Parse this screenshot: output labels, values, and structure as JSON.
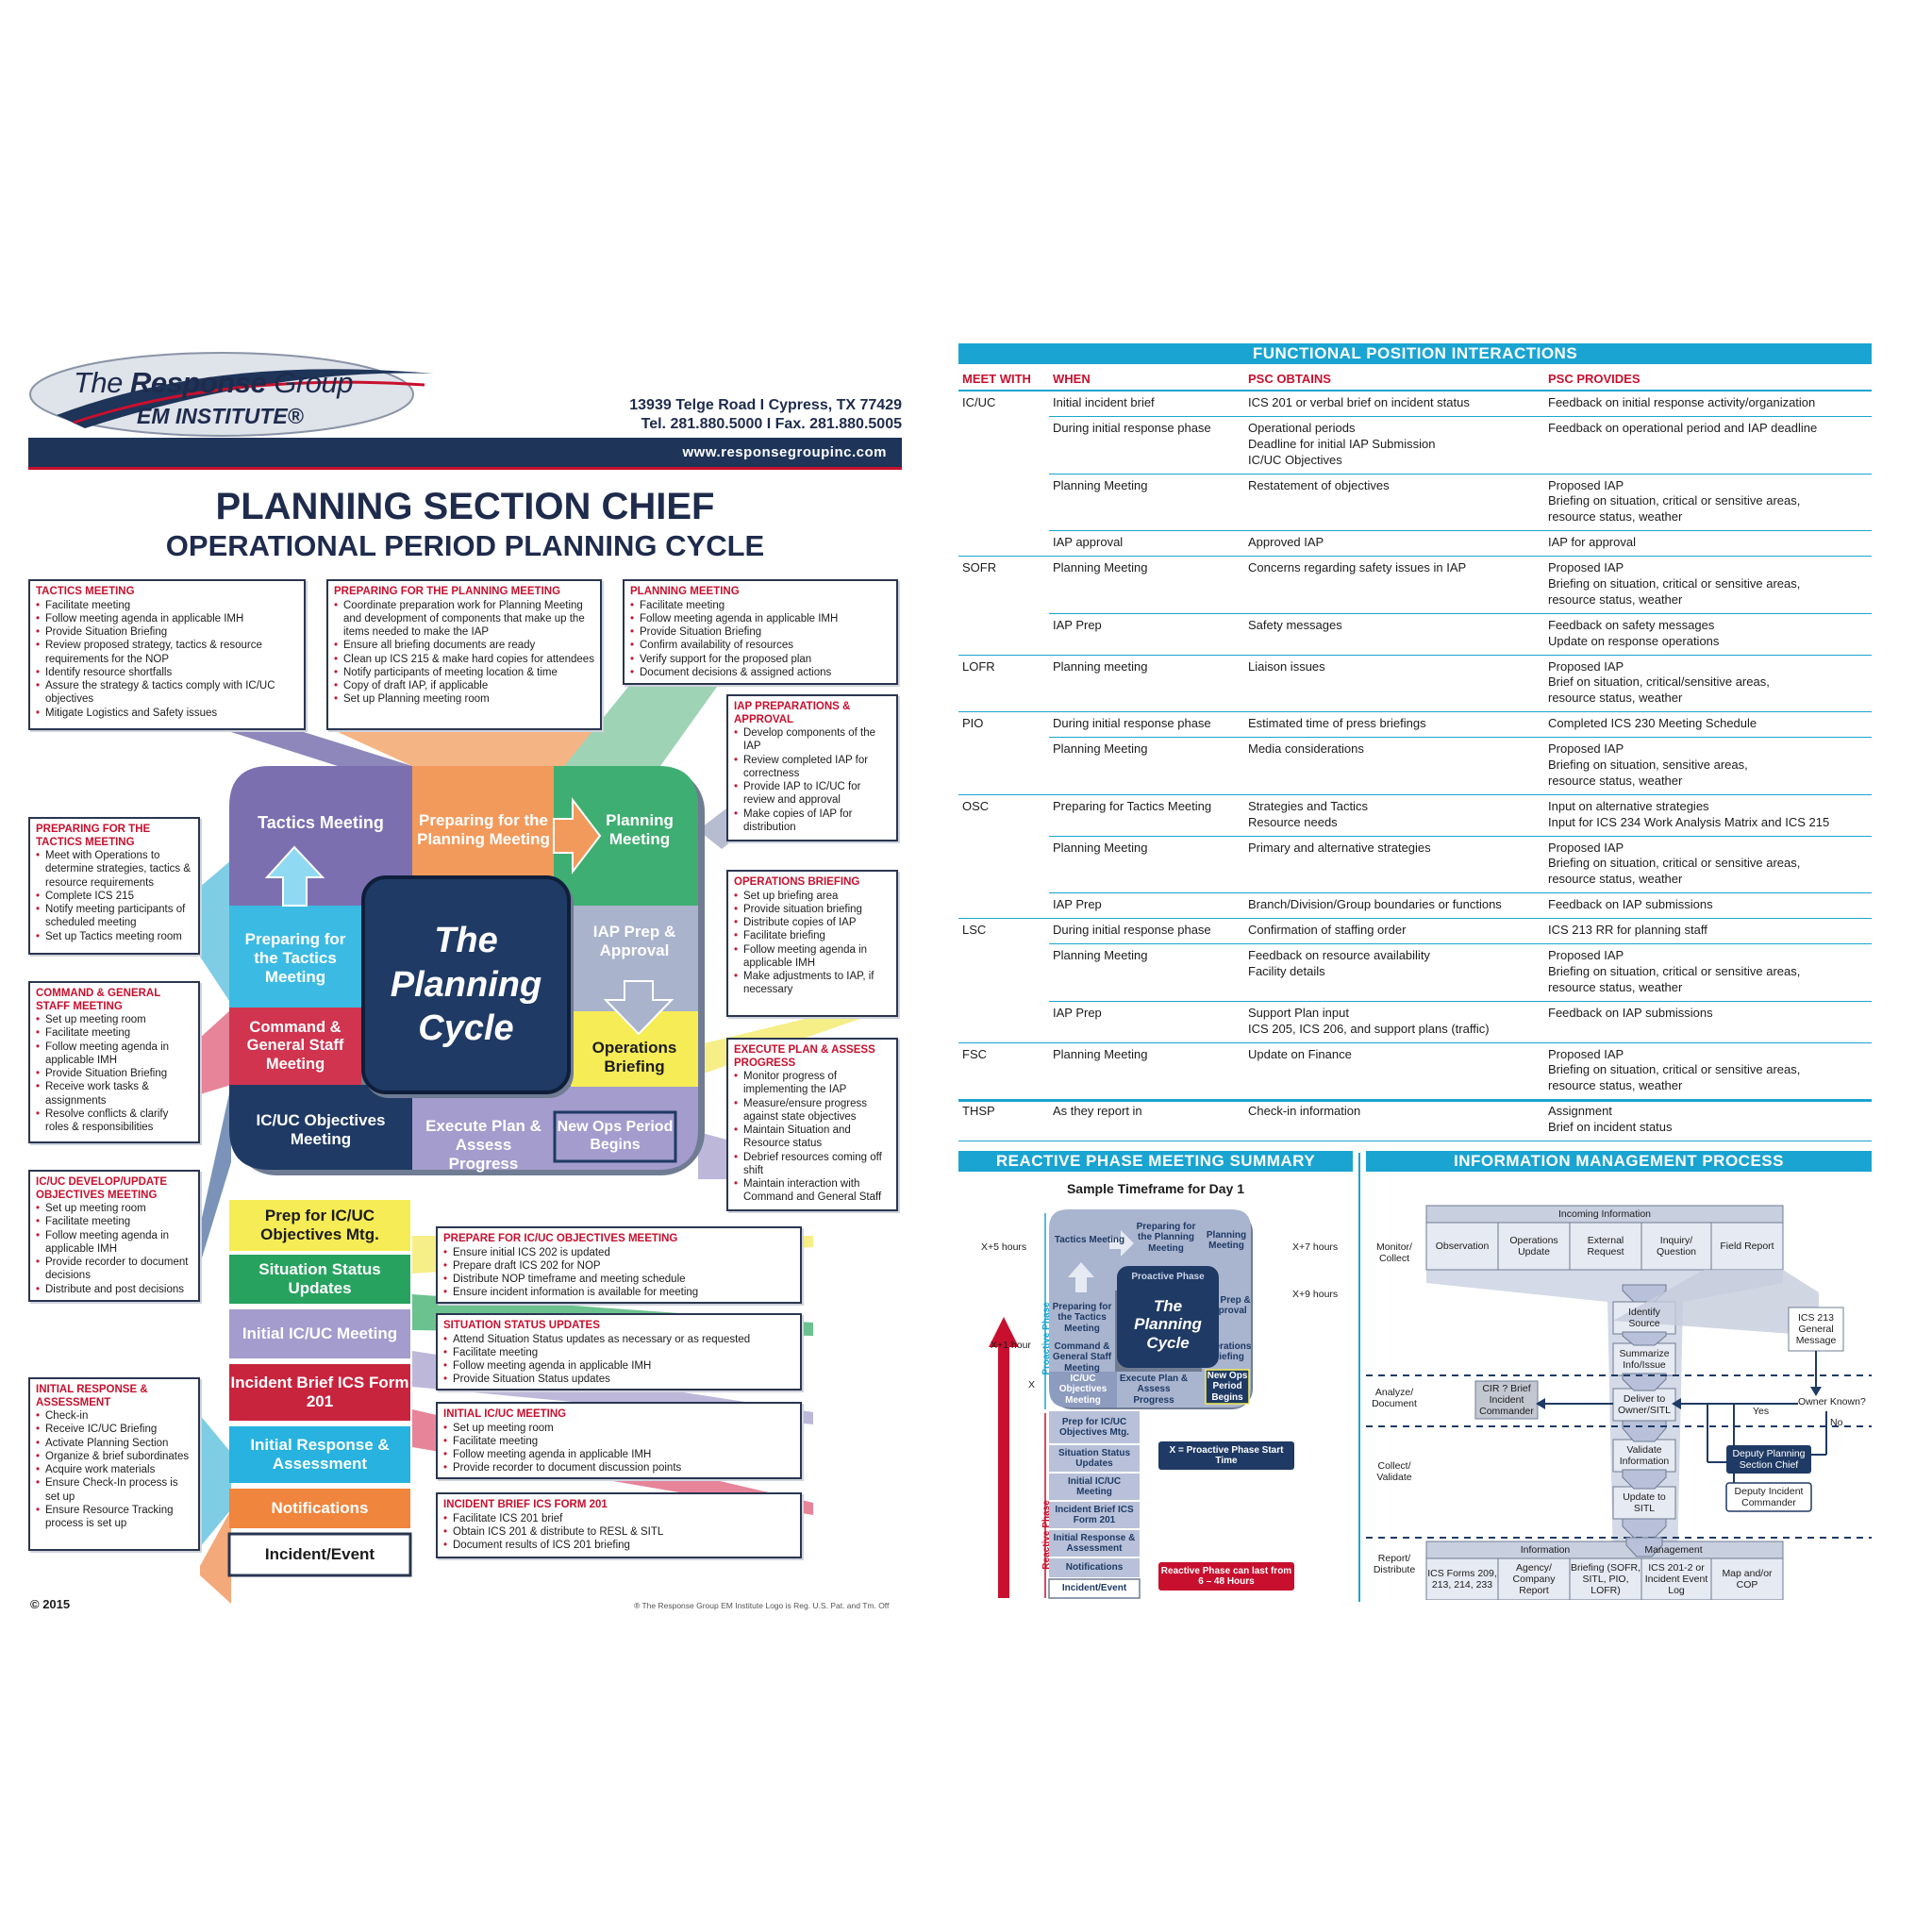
{
  "header": {
    "logo_line1_light": "The",
    "logo_line1_bold": "Response",
    "logo_line1_tail": "Group",
    "logo_line2": "EM INSTITUTE®",
    "address": "13939 Telge Road I Cypress, TX 77429",
    "phone": "Tel. 281.880.5000 I Fax. 281.880.5005",
    "website": "www.responsegroupinc.com"
  },
  "titles": {
    "main": "PLANNING SECTION CHIEF",
    "sub": "OPERATIONAL PERIOD PLANNING CYCLE"
  },
  "callouts": {
    "tactics_meeting": {
      "title": "TACTICS MEETING",
      "items": [
        "Facilitate meeting",
        "Follow meeting agenda in applicable IMH",
        "Provide Situation Briefing",
        "Review proposed strategy, tactics & resource requirements for the NOP",
        "Identify resource shortfalls",
        "Assure the strategy & tactics comply with IC/UC objectives",
        "Mitigate Logistics and Safety issues"
      ]
    },
    "preparing_planning": {
      "title": "PREPARING FOR THE PLANNING MEETING",
      "items": [
        "Coordinate preparation work for Planning Meeting and development of components that make up the items needed to make the IAP",
        "Ensure all briefing documents are ready",
        "Clean up ICS 215 & make hard copies for attendees",
        "Notify participants of meeting location & time",
        "Copy of draft IAP, if applicable",
        "Set up Planning meeting room"
      ]
    },
    "planning_meeting": {
      "title": "PLANNING MEETING",
      "items": [
        "Facilitate meeting",
        "Follow meeting agenda in applicable IMH",
        "Provide Situation Briefing",
        "Confirm availability of resources",
        "Verify support for the proposed plan",
        "Document decisions & assigned actions"
      ]
    },
    "iap_prep": {
      "title": "IAP PREPARATIONS & APPROVAL",
      "items": [
        "Develop components of the IAP",
        "Review completed IAP for correctness",
        "Provide IAP to IC/UC for review and approval",
        "Make copies of IAP for distribution"
      ]
    },
    "ops_briefing": {
      "title": "OPERATIONS BRIEFING",
      "items": [
        "Set up briefing area",
        "Provide situation briefing",
        "Distribute copies of IAP",
        "Facilitate briefing",
        "Follow meeting agenda in applicable IMH",
        "Make adjustments to IAP, if necessary"
      ]
    },
    "execute_plan": {
      "title": "EXECUTE PLAN & ASSESS PROGRESS",
      "items": [
        "Monitor progress of implementing the IAP",
        "Measure/ensure progress against state objectives",
        "Maintain Situation and Resource status",
        "Debrief resources coming off shift",
        "Maintain interaction with Command and General Staff"
      ]
    },
    "preparing_tactics": {
      "title": "PREPARING FOR THE TACTICS MEETING",
      "items": [
        "Meet with Operations to determine strategies, tactics & resource requirements",
        "Complete ICS 215",
        "Notify meeting participants of scheduled meeting",
        "Set up Tactics meeting room"
      ]
    },
    "command_general": {
      "title": "COMMAND & GENERAL STAFF MEETING",
      "items": [
        "Set up meeting room",
        "Facilitate meeting",
        "Follow meeting agenda in applicable IMH",
        "Provide Situation Briefing",
        "Receive work tasks & assignments",
        "Resolve conflicts & clarify roles & responsibilities"
      ]
    },
    "icuc_develop": {
      "title": "IC/UC DEVELOP/UPDATE OBJECTIVES MEETING",
      "items": [
        "Set up meeting room",
        "Facilitate meeting",
        "Follow meeting agenda in applicable IMH",
        "Provide recorder to document decisions",
        "Distribute and post decisions"
      ]
    },
    "initial_response": {
      "title": "INITIAL RESPONSE & ASSESSMENT",
      "items": [
        "Check-in",
        "Receive IC/UC Briefing",
        "Activate Planning Section",
        "Organize & brief subordinates",
        "Acquire work materials",
        "Ensure Check-In process is set up",
        "Ensure Resource Tracking process is set up"
      ]
    },
    "prepare_icuc": {
      "title": "PREPARE FOR IC/UC OBJECTIVES MEETING",
      "items": [
        "Ensure initial ICS 202 is updated",
        "Prepare draft ICS 202 for NOP",
        "Distribute NOP timeframe and meeting schedule",
        "Ensure incident information is available for meeting"
      ]
    },
    "situation_updates": {
      "title": "SITUATION STATUS UPDATES",
      "items": [
        "Attend Situation Status updates as necessary or as requested",
        "Facilitate meeting",
        "Follow meeting agenda in applicable IMH",
        "Provide Situation Status updates"
      ]
    },
    "initial_icuc_meeting": {
      "title": "INITIAL IC/UC MEETING",
      "items": [
        "Set up meeting room",
        "Facilitate meeting",
        "Follow meeting agenda in applicable IMH",
        "Provide recorder to document discussion points"
      ]
    },
    "incident_brief": {
      "title": "INCIDENT BRIEF ICS FORM 201",
      "items": [
        "Facilitate ICS 201 brief",
        "Obtain ICS 201 & distribute to RESL & SITL",
        "Document results of ICS 201 briefing"
      ]
    }
  },
  "cycle": {
    "center_l1": "The",
    "center_l2": "Planning",
    "center_l3": "Cycle",
    "tactics": "Tactics Meeting",
    "prep_planning": "Preparing for the Planning Meeting",
    "planning": "Planning Meeting",
    "prep_tactics": "Preparing for the Tactics Meeting",
    "iap": "IAP Prep & Approval",
    "cmd_staff": "Command & General Staff Meeting",
    "ops_brief": "Operations Briefing",
    "icuc_obj": "IC/UC Objectives Meeting",
    "execute": "Execute Plan & Assess Progress",
    "new_ops": "New Ops Period Begins"
  },
  "ladder": [
    "Prep for IC/UC Objectives Mtg.",
    "Situation Status Updates",
    "Initial IC/UC Meeting",
    "Incident Brief ICS Form 201",
    "Initial Response & Assessment",
    "Notifications",
    "Incident/Event"
  ],
  "footer": {
    "copyright": "© 2015",
    "registered": "® The Response Group EM Institute Logo is Reg. U.S. Pat. and Tm. Off"
  },
  "fpi": {
    "title": "FUNCTIONAL POSITION INTERACTIONS",
    "headers": [
      "MEET WITH",
      "WHEN",
      "PSC OBTAINS",
      "PSC PROVIDES"
    ],
    "rows": [
      {
        "meet": "IC/UC",
        "when": "Initial incident brief",
        "obtains": [
          "ICS 201 or verbal brief on incident status"
        ],
        "provides": [
          "Feedback on initial response activity/organization"
        ]
      },
      {
        "meet": "",
        "when": "During initial response phase",
        "obtains": [
          "Operational periods",
          "Deadline for initial IAP Submission",
          "IC/UC Objectives"
        ],
        "provides": [
          "Feedback on operational period and IAP deadline"
        ]
      },
      {
        "meet": "",
        "when": "Planning Meeting",
        "obtains": [
          "Restatement of objectives"
        ],
        "provides": [
          "Proposed IAP",
          "Briefing on situation, critical or sensitive areas,",
          "resource status, weather"
        ]
      },
      {
        "meet": "",
        "when": "IAP approval",
        "obtains": [
          "Approved IAP"
        ],
        "provides": [
          "IAP for approval"
        ]
      },
      {
        "meet": "SOFR",
        "when": "Planning Meeting",
        "obtains": [
          "Concerns regarding safety issues in IAP"
        ],
        "provides": [
          "Proposed IAP",
          "Briefing on situation, critical or sensitive areas,",
          "resource status, weather"
        ]
      },
      {
        "meet": "",
        "when": "IAP Prep",
        "obtains": [
          "Safety messages"
        ],
        "provides": [
          "Feedback on safety messages",
          "Update on response operations"
        ]
      },
      {
        "meet": "LOFR",
        "when": "Planning meeting",
        "obtains": [
          "Liaison issues"
        ],
        "provides": [
          "Proposed IAP",
          "Brief on situation, critical/sensitive areas,",
          "resource status, weather"
        ]
      },
      {
        "meet": "PIO",
        "when": "During initial response phase",
        "obtains": [
          "Estimated time of press briefings"
        ],
        "provides": [
          "Completed ICS 230 Meeting Schedule"
        ]
      },
      {
        "meet": "",
        "when": "Planning Meeting",
        "obtains": [
          "Media considerations"
        ],
        "provides": [
          "Proposed IAP",
          "Briefing on situation, sensitive areas,",
          "resource status, weather"
        ]
      },
      {
        "meet": "OSC",
        "when": "Preparing for Tactics Meeting",
        "obtains": [
          "Strategies and Tactics",
          "Resource needs"
        ],
        "provides": [
          "Input on alternative strategies",
          "Input for ICS 234 Work Analysis Matrix and ICS 215"
        ]
      },
      {
        "meet": "",
        "when": "Planning Meeting",
        "obtains": [
          "Primary and alternative strategies"
        ],
        "provides": [
          "Proposed IAP",
          "Briefing on situation, critical or sensitive areas,",
          "resource status, weather"
        ]
      },
      {
        "meet": "",
        "when": "IAP Prep",
        "obtains": [
          "Branch/Division/Group boundaries or functions"
        ],
        "provides": [
          "Feedback on IAP submissions"
        ]
      },
      {
        "meet": "LSC",
        "when": "During initial response phase",
        "obtains": [
          "Confirmation of staffing order"
        ],
        "provides": [
          "ICS 213 RR for planning staff"
        ]
      },
      {
        "meet": "",
        "when": "Planning Meeting",
        "obtains": [
          "Feedback on resource availability",
          "Facility details"
        ],
        "provides": [
          "Proposed IAP",
          "Briefing on situation, critical or sensitive areas,",
          "resource status, weather"
        ]
      },
      {
        "meet": "",
        "when": "IAP Prep",
        "obtains": [
          "Support Plan input",
          "ICS 205, ICS 206, and support plans (traffic)"
        ],
        "provides": [
          "Feedback on IAP submissions"
        ]
      },
      {
        "meet": "FSC",
        "when": "Planning Meeting",
        "obtains": [
          "Update on Finance"
        ],
        "provides": [
          "Proposed IAP",
          "Briefing on situation, critical or sensitive areas,",
          "resource status, weather"
        ]
      },
      {
        "meet": "THSP",
        "when": "As they report in",
        "obtains": [
          "Check-in information"
        ],
        "provides": [
          "Assignment",
          "Brief on incident status"
        ]
      }
    ]
  },
  "reactive": {
    "title": "REACTIVE PHASE MEETING SUMMARY",
    "subtitle": "Sample Timeframe for Day 1",
    "x5": "X+5 hours",
    "x7": "X+7 hours",
    "x9": "X+9 hours",
    "x1": "X+1 hour",
    "x": "X",
    "proactive_phase_side": "Proactive Phase",
    "reactive_phase_side": "Reactive Phase",
    "hours": "6 – 48 hours",
    "center_label": "Proactive Phase",
    "center_l1": "The",
    "center_l2": "Planning",
    "center_l3": "Cycle",
    "tactics": "Tactics Meeting",
    "prep_planning": "Preparing for the Planning Meeting",
    "planning": "Planning Meeting",
    "prep_tactics": "Preparing for the Tactics Meeting",
    "iap": "IAP Prep & Approval",
    "cmd": "Command & General Staff Meeting",
    "ops": "Operations Briefing",
    "icuc": "IC/UC Objectives Meeting",
    "execute": "Execute Plan & Assess Progress",
    "new_ops": "New Ops Period Begins",
    "ladder": [
      "Prep for IC/UC Objectives Mtg.",
      "Situation Status Updates",
      "Initial IC/UC Meeting",
      "Incident Brief ICS Form 201",
      "Initial Response & Assessment",
      "Notifications",
      "Incident/Event"
    ],
    "legend_x": "X = Proactive Phase Start Time",
    "legend_reactive": "Reactive Phase can last from 6 – 48 Hours"
  },
  "info_mgmt": {
    "title": "INFORMATION MANAGEMENT PROCESS",
    "incoming": "Incoming Information",
    "sources": [
      "Observation",
      "Operations Update",
      "External Request",
      "Inquiry/ Question",
      "Field Report"
    ],
    "rows": [
      "Monitor/ Collect",
      "Analyze/ Document",
      "Collect/ Validate",
      "Report/ Distribute"
    ],
    "identify": "Identify Source",
    "summarize": "Summarize Info/Issue",
    "deliver": "Deliver to Owner/SITL",
    "validate": "Validate Information",
    "update": "Update to SITL",
    "cir": "CIR ? Brief Incident Commander",
    "ics213": "ICS 213 General Message",
    "owner_known": "Owner Known?",
    "yes": "Yes",
    "no": "No",
    "dpsc": "Deputy Planning Section Chief",
    "dic": "Deputy Incident Commander",
    "im_left": "Information",
    "im_right": "Management",
    "outputs": [
      "ICS Forms 209, 213, 214, 233",
      "Agency/ Company Report",
      "Briefing (SOFR, SITL, PIO, LOFR)",
      "ICS 201-2 or Incident Event Log",
      "Map and/or COP"
    ]
  }
}
